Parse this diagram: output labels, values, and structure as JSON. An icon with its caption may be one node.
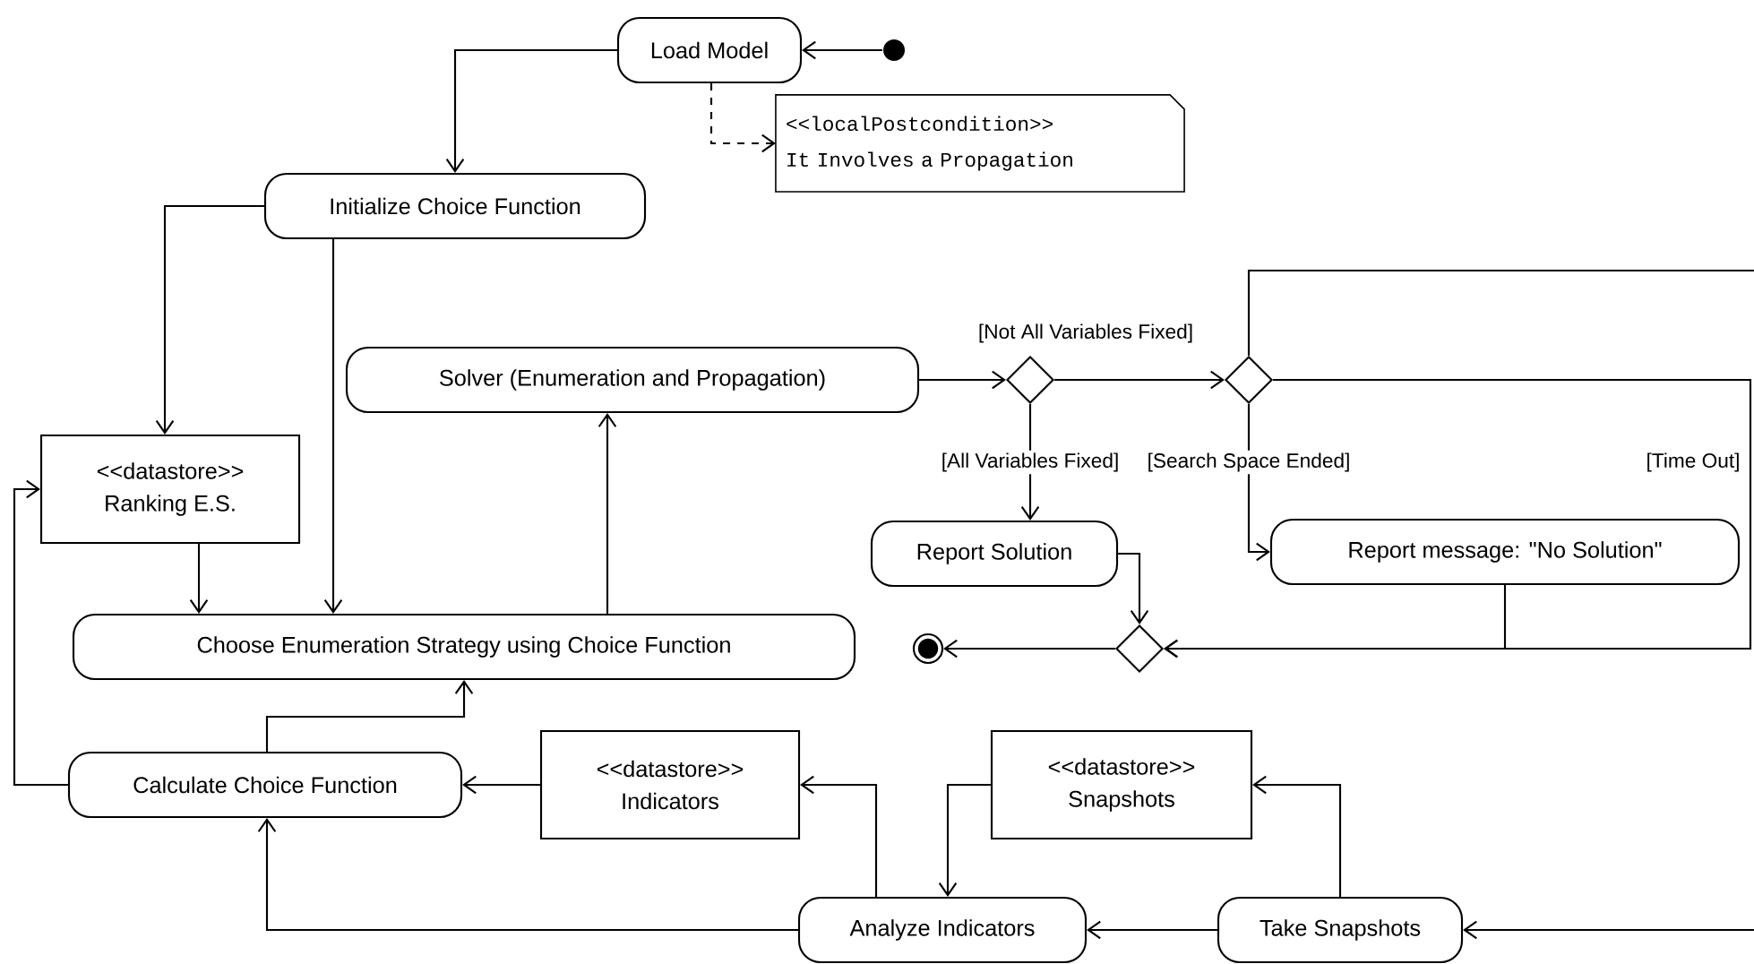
{
  "diagram": {
    "nodes": [
      {
        "text": [
          "Load Model"
        ]
      },
      {
        "text": [],
        "shape": "circle"
      },
      {
        "text": [
          "<<localPostcondition>>",
          "It Involves a Propagation"
        ]
      },
      {
        "text": [
          "Initialize Choice Function"
        ]
      },
      {
        "text": [
          "<<datastore>>",
          "Ranking E.S."
        ]
      },
      {
        "text": [
          "Solver (Enumeration and Propagation)"
        ]
      },
      {
        "text": [
          "Choose Enumeration Strategy using Choice Function"
        ]
      },
      {
        "text": [
          "Calculate Choice Function"
        ]
      },
      {
        "text": [
          "<<datastore>>",
          "Indicators"
        ]
      },
      {
        "text": [
          "Analyze Indicators"
        ]
      },
      {
        "text": [
          "<<datastore>>",
          "Snapshots"
        ]
      },
      {
        "text": [
          "Take Snapshots"
        ]
      },
      {
        "text": [],
        "shape": "diamond"
      },
      {
        "text": [],
        "shape": "diamond"
      },
      {
        "text": [
          "Report Solution"
        ]
      },
      {
        "text": [
          "Report message: \"No Solution\""
        ]
      },
      {
        "text": [],
        "shape": "diamond"
      },
      {
        "text": [],
        "shape": "circle"
      }
    ],
    "edges": [
      {
        "from": 1,
        "to": 0,
        "arrow": "to"
      },
      {
        "from": 0,
        "to": 2,
        "arrow": "to",
        "style": "dashed"
      },
      {
        "from": 0,
        "to": 3,
        "arrow": "to"
      },
      {
        "from": 3,
        "to": 4,
        "arrow": "to"
      },
      {
        "from": 3,
        "to": 6,
        "arrow": "to"
      },
      {
        "from": 4,
        "to": 6,
        "arrow": "to"
      },
      {
        "from": 6,
        "to": 5,
        "arrow": "to"
      },
      {
        "from": 5,
        "to": 12,
        "arrow": "to"
      },
      {
        "from": 12,
        "to": 13,
        "arrow": "to",
        "label": "[Not All Variables Fixed]"
      },
      {
        "from": 12,
        "to": 14,
        "arrow": "to",
        "label": "[All Variables Fixed]"
      },
      {
        "from": 13,
        "to": 15,
        "arrow": "to",
        "label": "[Search Space Ended]"
      },
      {
        "from": 13,
        "to": 11,
        "arrow": "to"
      },
      {
        "from": 13,
        "to": 16,
        "arrow": "to",
        "label": "[Time Out]"
      },
      {
        "from": 14,
        "to": 16,
        "arrow": "to"
      },
      {
        "from": 15,
        "to": 16,
        "arrow": "to"
      },
      {
        "from": 16,
        "to": 17,
        "arrow": "to"
      },
      {
        "from": 7,
        "to": 6,
        "arrow": "to"
      },
      {
        "from": 7,
        "to": 4,
        "arrow": "to"
      },
      {
        "from": 8,
        "to": 7,
        "arrow": "to"
      },
      {
        "from": 9,
        "to": 8,
        "arrow": "to"
      },
      {
        "from": 9,
        "to": 7,
        "arrow": "to"
      },
      {
        "from": 10,
        "to": 9,
        "arrow": "to"
      },
      {
        "from": 11,
        "to": 10,
        "arrow": "to"
      },
      {
        "from": 11,
        "to": 9,
        "arrow": "to"
      }
    ]
  }
}
